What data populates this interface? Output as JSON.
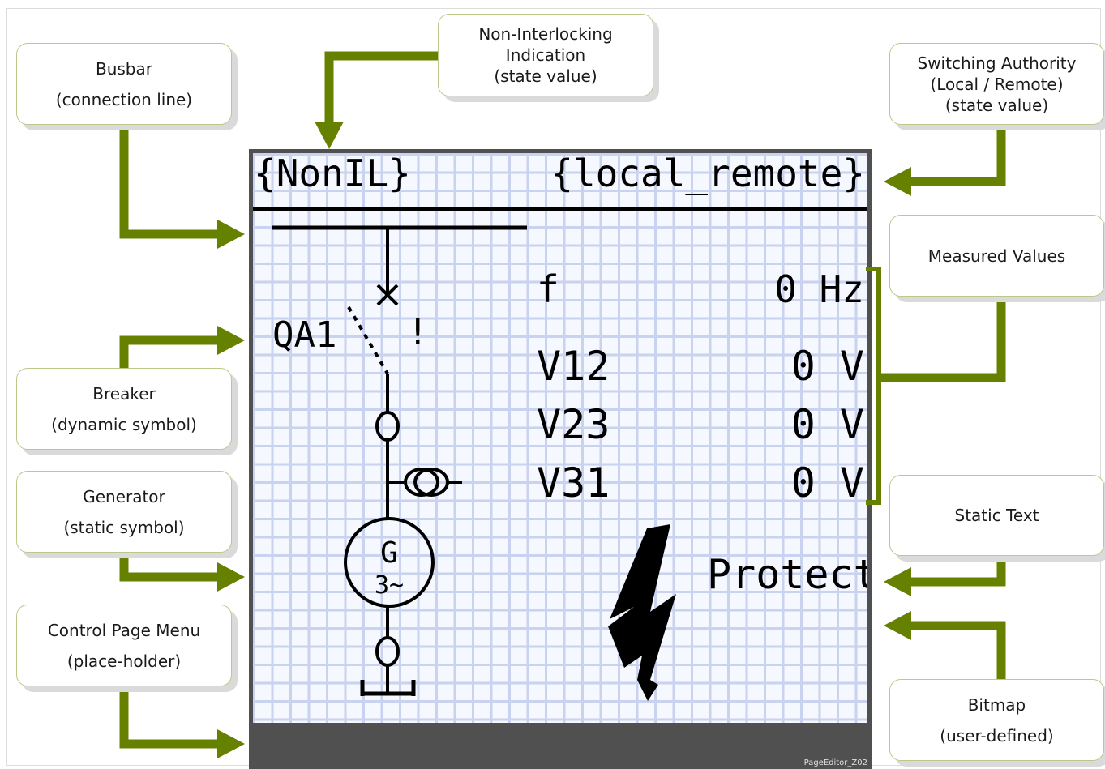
{
  "callouts": {
    "busbar": [
      "Busbar",
      "(connection line)"
    ],
    "non_interlocking": [
      "Non-Interlocking",
      "Indication",
      "(state value)"
    ],
    "switching_authority": [
      "Switching Authority",
      "(Local / Remote)",
      "(state value)"
    ],
    "measured_values": [
      "Measured Values"
    ],
    "breaker": [
      "Breaker",
      "(dynamic symbol)"
    ],
    "generator": [
      "Generator",
      "(static symbol)"
    ],
    "control_page_menu": [
      "Control Page Menu",
      "(place-holder)"
    ],
    "static_text": [
      "Static Text"
    ],
    "bitmap": [
      "Bitmap",
      "(user-defined)"
    ]
  },
  "lcd": {
    "non_il": "{NonIL}",
    "local_remote": "{local_remote}",
    "breaker_name": "QA1",
    "interlock_mark": "!",
    "generator_symbol": "G",
    "generator_phase": "3~",
    "measurements": [
      {
        "label": "f",
        "value": "0 Hz"
      },
      {
        "label": "V12",
        "value": "0 V"
      },
      {
        "label": "V23",
        "value": "0 V"
      },
      {
        "label": "V31",
        "value": "0 V"
      }
    ],
    "static_text": "Protect"
  },
  "footer_label": "PageEditor_Z02",
  "colors": {
    "arrow": "#668000",
    "callout_border": "#b9c98a",
    "callout_shadow": "#dadada",
    "screen_frame": "#505050",
    "lcd_grid": "#c9d2ee",
    "lcd_background": "#f6f8ff"
  },
  "icons": [
    "lightning-bolt-bitmap",
    "generator-symbol",
    "breaker-symbol",
    "current-transformer-symbol",
    "earth-symbol"
  ]
}
